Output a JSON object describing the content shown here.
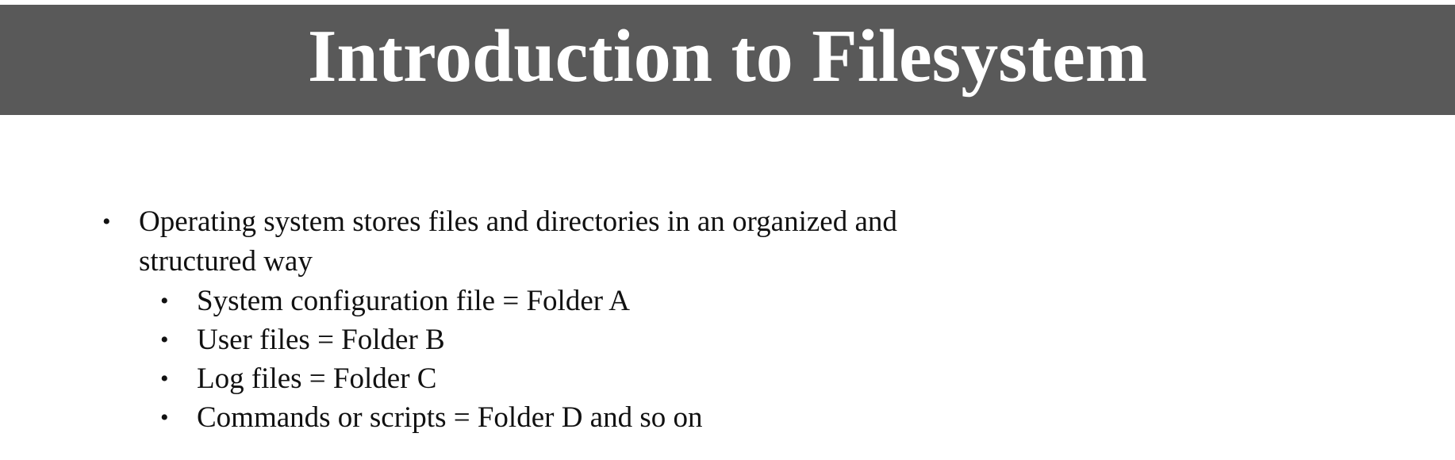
{
  "slide": {
    "title": "Introduction to Filesystem",
    "bullets": [
      {
        "text": "Operating system stores files and directories in an organized and structured way",
        "sub_bullets": [
          "System configuration file = Folder A",
          "User files = Folder B",
          "Log files = Folder C",
          "Commands or scripts = Folder D and so on"
        ]
      }
    ],
    "bullet_glyph": "•",
    "colors": {
      "title_bar": "#595959",
      "title_text": "#ffffff",
      "body_text": "#111111",
      "background": "#ffffff"
    }
  }
}
